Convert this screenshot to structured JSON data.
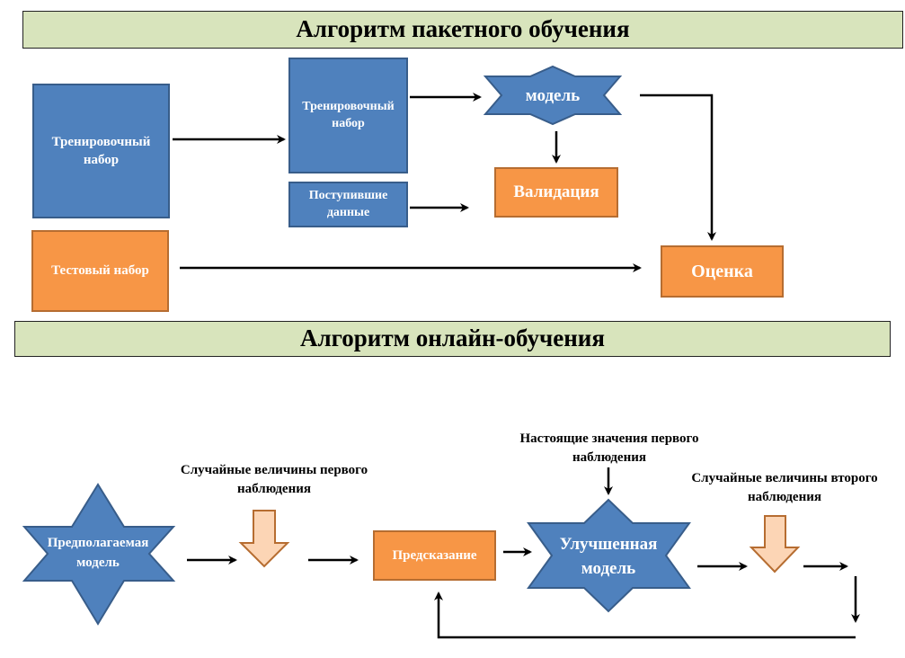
{
  "batch": {
    "title": "Алгоритм пакетного обучения",
    "train_set": "Тренировочный набор",
    "train_set_small": "Тренировочный набор",
    "incoming_data": "Поступившие данные",
    "model": "модель",
    "validation": "Валидация",
    "test_set": "Тестовый набор",
    "evaluation": "Оценка"
  },
  "online": {
    "title": "Алгоритм онлайн-обучения",
    "assumed_model_line1": "Предполагаемая",
    "assumed_model_line2": "модель",
    "random_first": "Случайные величины первого наблюдения",
    "prediction": "Предсказание",
    "true_values_first": "Настоящие значения первого наблюдения",
    "improved_model_line1": "Улучшенная",
    "improved_model_line2": "модель",
    "random_second": "Случайные величины второго наблюдения"
  },
  "colors": {
    "blue": "#4f81bd",
    "orange": "#f79646",
    "banner": "#d8e4bc",
    "peach_arrow": "#fcd5b5"
  }
}
